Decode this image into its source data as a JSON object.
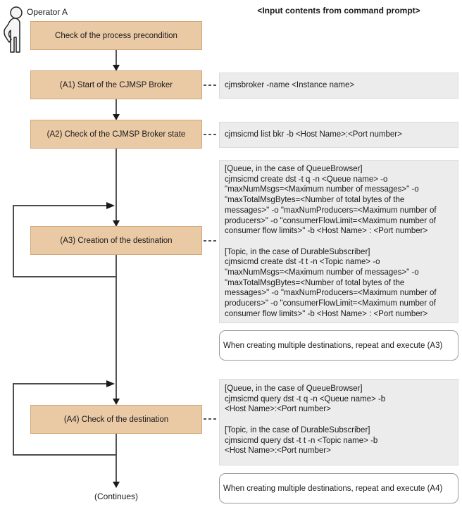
{
  "page": {
    "operator_label": "Operator A",
    "right_header": "<Input contents from command prompt>",
    "continues_label": "(Continues)"
  },
  "flow_boxes": {
    "precondition": "Check of the process precondition",
    "a1": "(A1) Start of the CJMSP Broker",
    "a2": "(A2) Check of the CJMSP Broker state",
    "a3": "(A3) Creation of the destination",
    "a4": "(A4) Check of the destination"
  },
  "command_boxes": {
    "a1_cmd": "cjmsbroker -name <Instance name>",
    "a2_cmd": "cjmsicmd list bkr -b <Host Name>:<Port number>",
    "a3_cmd": "[Queue, in the case of QueueBrowser]\ncjmsicmd create dst -t q -n <Queue name> -o\n\"maxNumMsgs=<Maximum number of messages>\" -o\n\"maxTotalMsgBytes=<Number of total bytes of the\nmessages>\" -o \"maxNumProducers=<Maximum number of\nproducers>\" -o \"consumerFlowLimit=<Maximum number of\nconsumer flow limits>\" -b <Host Name> : <Port number>\n\n[Topic, in the case of DurableSubscriber]\ncjmsicmd create dst -t t -n <Topic name> -o\n\"maxNumMsgs=<Maximum number of messages>\" -o\n\"maxTotalMsgBytes=<Number of total bytes of the\nmessages>\" -o \"maxNumProducers=<Maximum number of\nproducers>\" -o \"consumerFlowLimit=<Maximum number of\nconsumer flow limits>\" -b <Host Name> : <Port number>",
    "a3_note": "When creating multiple destinations, repeat and execute (A3)",
    "a4_cmd": "[Queue, in the case of QueueBrowser]\ncjmsicmd query dst -t q -n <Queue name> -b\n<Host Name>:<Port number>\n\n[Topic, in the case of DurableSubscriber]\ncjmsicmd query dst -t t -n <Topic name> -b\n<Host Name>:<Port number>",
    "a4_note": "When creating multiple destinations, repeat and execute (A4)"
  },
  "colors": {
    "process_box_fill": "#EAC9A5",
    "process_box_border": "#D2A679",
    "command_box_fill": "#ECECEC",
    "command_box_border": "#DADADA",
    "note_border": "#9A9A9A",
    "line_color": "#1A1A1A",
    "loop_line_color": "#4D4D4D"
  }
}
